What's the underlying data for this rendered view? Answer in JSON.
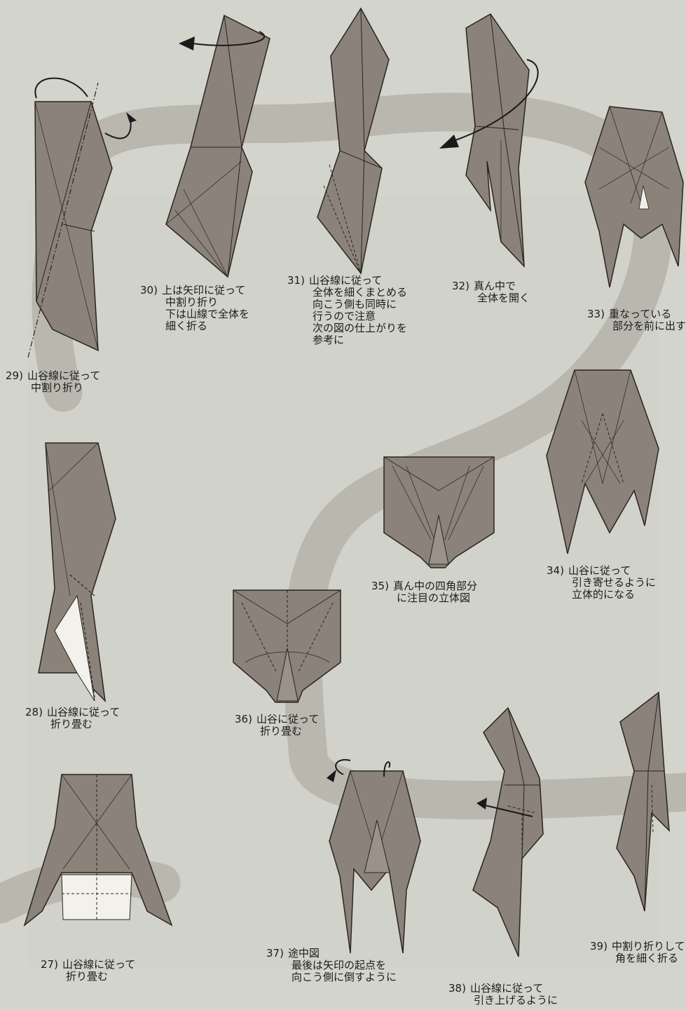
{
  "colors": {
    "paper": "#8c837b",
    "paper_dark": "#7a726b",
    "background": "#d3d4cc",
    "path": "#b8b6ae",
    "line": "#2a2420"
  },
  "steps": [
    {
      "num": "29)",
      "lines": [
        "山谷線に従って",
        "中割り折り"
      ]
    },
    {
      "num": "30)",
      "lines": [
        "上は矢印に従って",
        "中割り折り",
        "下は山線で全体を",
        "細く折る"
      ]
    },
    {
      "num": "31)",
      "lines": [
        "山谷線に従って",
        "全体を細くまとめる",
        "向こう側も同時に",
        "行うので注意",
        "次の図の仕上がりを",
        "参考に"
      ]
    },
    {
      "num": "32)",
      "lines": [
        "真ん中で",
        "全体を開く"
      ]
    },
    {
      "num": "33)",
      "lines": [
        "重なっている",
        "部分を前に出す"
      ]
    },
    {
      "num": "34)",
      "lines": [
        "山谷に従って",
        "引き寄せるように",
        "立体的になる"
      ]
    },
    {
      "num": "35)",
      "lines": [
        "真ん中の四角部分",
        "に注目の立体図"
      ]
    },
    {
      "num": "36)",
      "lines": [
        "山谷に従って",
        "折り畳む"
      ]
    },
    {
      "num": "28)",
      "lines": [
        "山谷線に従って",
        "折り畳む"
      ]
    },
    {
      "num": "27)",
      "lines": [
        "山谷線に従って",
        "折り畳む"
      ]
    },
    {
      "num": "37)",
      "lines": [
        "途中図",
        "最後は矢印の起点を",
        "向こう側に倒すように"
      ]
    },
    {
      "num": "38)",
      "lines": [
        "山谷線に従って",
        "引き上げるように"
      ]
    },
    {
      "num": "39)",
      "lines": [
        "中割り折りして",
        "角を細く折る"
      ]
    }
  ]
}
